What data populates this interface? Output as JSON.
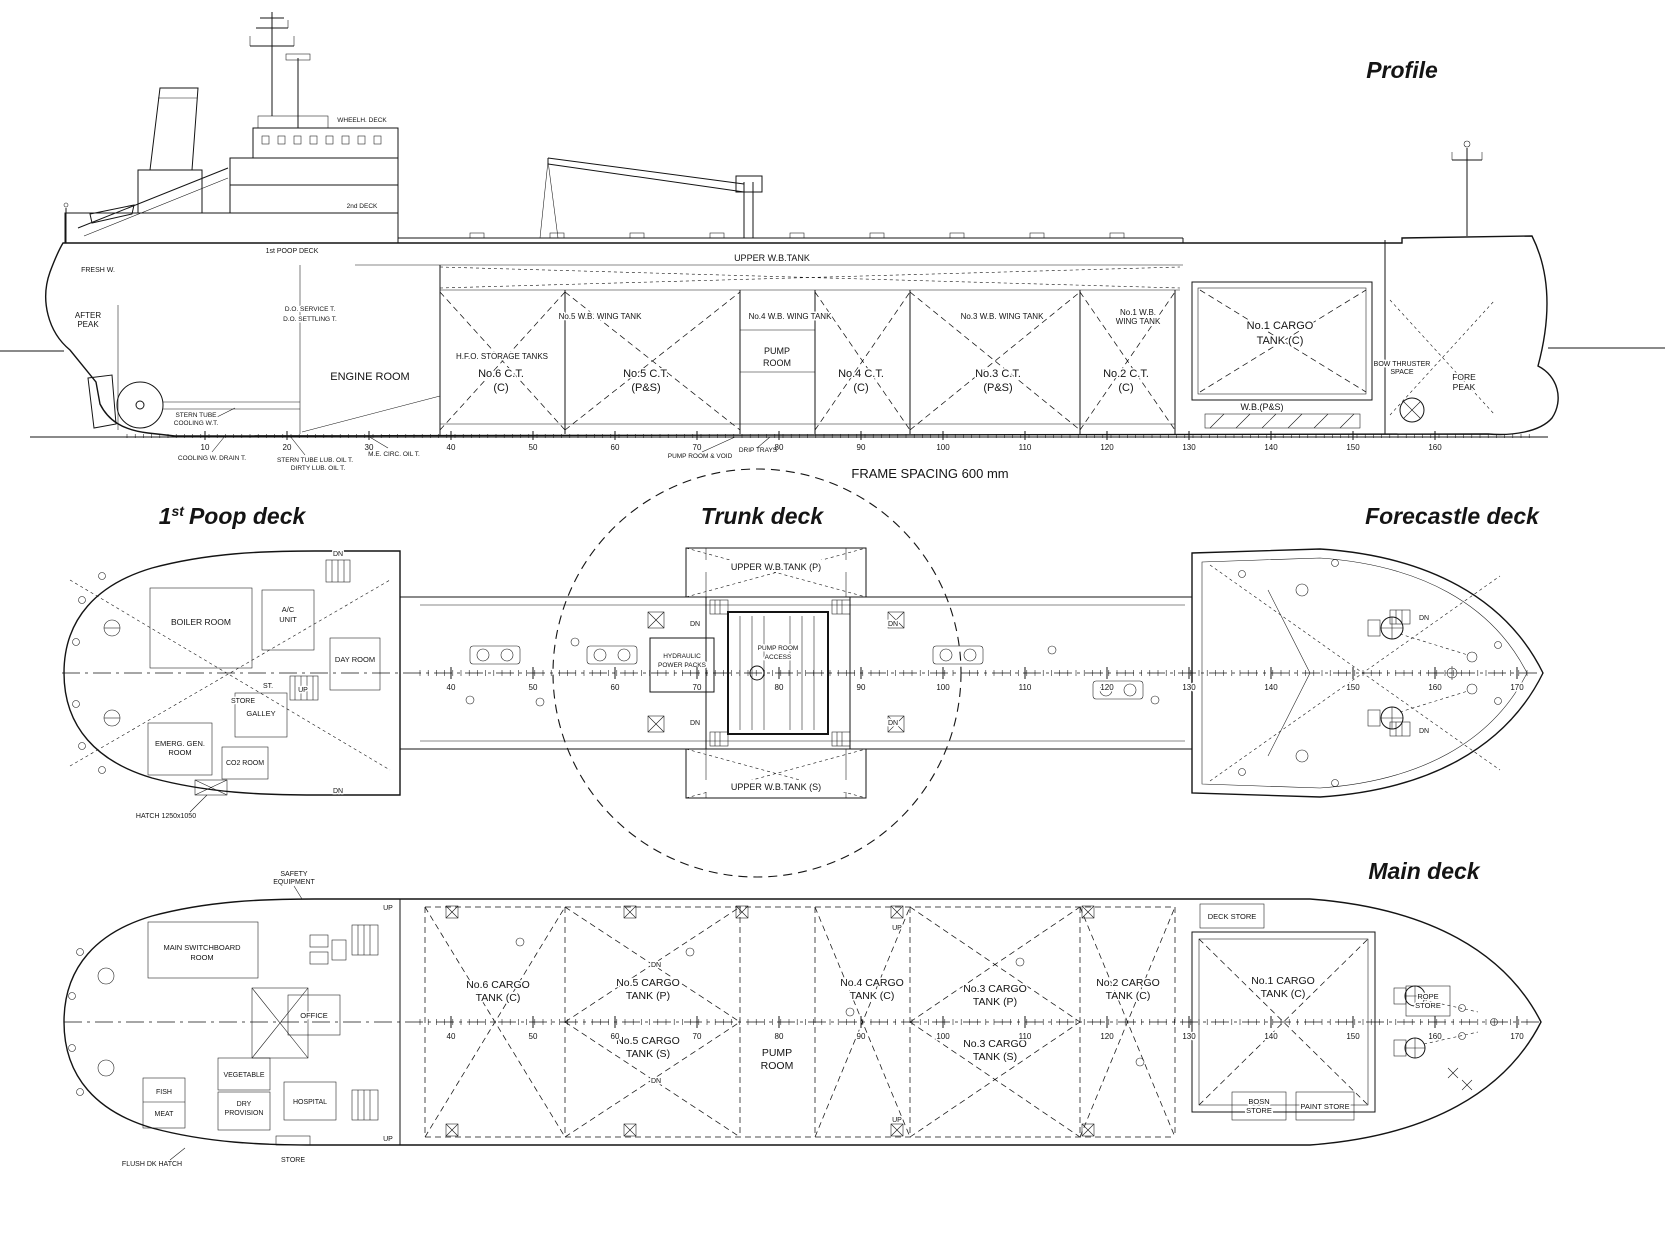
{
  "titles": {
    "profile": "Profile",
    "trunk": "Trunk deck",
    "forecastle": "Forecastle deck",
    "main": "Main deck"
  },
  "profile": {
    "upper_wb": "UPPER W.B.TANK",
    "engine_room": "ENGINE ROOM",
    "hfo": "H.F.O. STORAGE TANKS",
    "ct6a": "No.6 C.T.",
    "ct6b": "(C)",
    "ct5a": "No.5 C.T.",
    "ct5b": "(P&S)",
    "pumpa": "PUMP",
    "pumpb": "ROOM",
    "ct4a": "No.4 C.T.",
    "ct4b": "(C)",
    "ct3a": "No.3 C.T.",
    "ct3b": "(P&S)",
    "ct2a": "No.2 C.T.",
    "ct2b": "(C)",
    "ct1a": "No.1 CARGO",
    "ct1b": "TANK (C)",
    "wing5": "No.5 W.B. WING TANK",
    "wing4": "No.4 W.B. WING TANK",
    "wing3": "No.3 W.B. WING TANK",
    "wing1a": "No.1 W.B.",
    "wing1b": "WING TANK",
    "wb_ps": "W.B.(P&S)",
    "bowthr_a": "BOW THRUSTER",
    "bowthr_b": "SPACE",
    "forepeak_a": "FORE",
    "forepeak_b": "PEAK",
    "afterpeak_a": "AFTER",
    "afterpeak_b": "PEAK",
    "fresh_w": "FRESH W.",
    "poop_note": "1st POOP DECK",
    "wheelh_deck": "WHEELH. DECK",
    "second_deck": "2nd DECK",
    "do_service": "D.O. SERVICE T.",
    "do_settling": "D.O. SETTLING T.",
    "stern_cool_a": "STERN TUBE",
    "stern_cool_b": "COOLING W.T.",
    "cooling_drain": "COOLING W. DRAIN T.",
    "stern_lub": "STERN TUBE LUB. OIL T.",
    "dirty_lub": "DIRTY LUB. OIL T.",
    "me_circ": "M.E. CIRC. OIL T.",
    "pump_void": "PUMP ROOM & VOID",
    "drip_trays": "DRIP TRAYS",
    "frame_spacing": "FRAME SPACING 600 mm"
  },
  "poop": {
    "title_num": "1",
    "title_sup": "st",
    "title_rest": "Poop deck",
    "boiler_room": "BOILER ROOM",
    "ac_a": "A/C",
    "ac_b": "UNIT",
    "day_room": "DAY ROOM",
    "galley": "GALLEY",
    "store": "STORE",
    "st": "ST.",
    "up": "UP",
    "emerg_a": "EMERG. GEN.",
    "emerg_b": "ROOM",
    "co2_room": "CO2 ROOM",
    "dn": "DN",
    "hatch_note": "HATCH 1250x1050"
  },
  "trunk": {
    "uwb_p": "UPPER W.B.TANK (P)",
    "uwb_s": "UPPER W.B.TANK (S)",
    "hyd_a": "HYDRAULIC",
    "hyd_b": "POWER PACKS",
    "access_a": "PUMP ROOM",
    "access_b": "ACCESS",
    "dn": "DN"
  },
  "forecastle": {
    "dn": "DN"
  },
  "main": {
    "msb_a": "MAIN SWITCHBOARD",
    "msb_b": "ROOM",
    "office": "OFFICE",
    "fish": "FISH",
    "meat": "MEAT",
    "vegetable": "VEGETABLE",
    "dry_a": "DRY",
    "dry_b": "PROVISION",
    "hospital": "HOSPITAL",
    "store": "STORE",
    "safety_a": "SAFETY",
    "safety_b": "EQUIPMENT",
    "flush_hatch": "FLUSH DK HATCH",
    "t6a": "No.6 CARGO",
    "t6b": "TANK (C)",
    "t5pa": "No.5 CARGO",
    "t5pb": "TANK (P)",
    "t5sa": "No.5 CARGO",
    "t5sb": "TANK (S)",
    "pumpa": "PUMP",
    "pumpb": "ROOM",
    "t4a": "No.4 CARGO",
    "t4b": "TANK (C)",
    "t3pa": "No.3 CARGO",
    "t3pb": "TANK (P)",
    "t3sa": "No.3 CARGO",
    "t3sb": "TANK (S)",
    "t2a": "No.2 CARGO",
    "t2b": "TANK (C)",
    "t1a": "No.1 CARGO",
    "t1b": "TANK (C)",
    "deck_store": "DECK STORE",
    "rope_a": "ROPE",
    "rope_b": "STORE",
    "bosn_a": "BOSN",
    "bosn_b": "STORE",
    "paint_store": "PAINT STORE",
    "up": "UP",
    "dn": "DN"
  },
  "rulers": {
    "profile": [
      "10",
      "20",
      "30",
      "40",
      "50",
      "60",
      "70",
      "80",
      "90",
      "100",
      "110",
      "120",
      "130",
      "140",
      "150",
      "160"
    ],
    "middeck": [
      "40",
      "50",
      "60",
      "70",
      "80",
      "90",
      "100",
      "110",
      "120",
      "130",
      "140",
      "150",
      "160",
      "170"
    ],
    "maindeck": [
      "40",
      "50",
      "60",
      "70",
      "80",
      "90",
      "100",
      "110",
      "120",
      "130",
      "140",
      "150",
      "160",
      "170"
    ]
  }
}
